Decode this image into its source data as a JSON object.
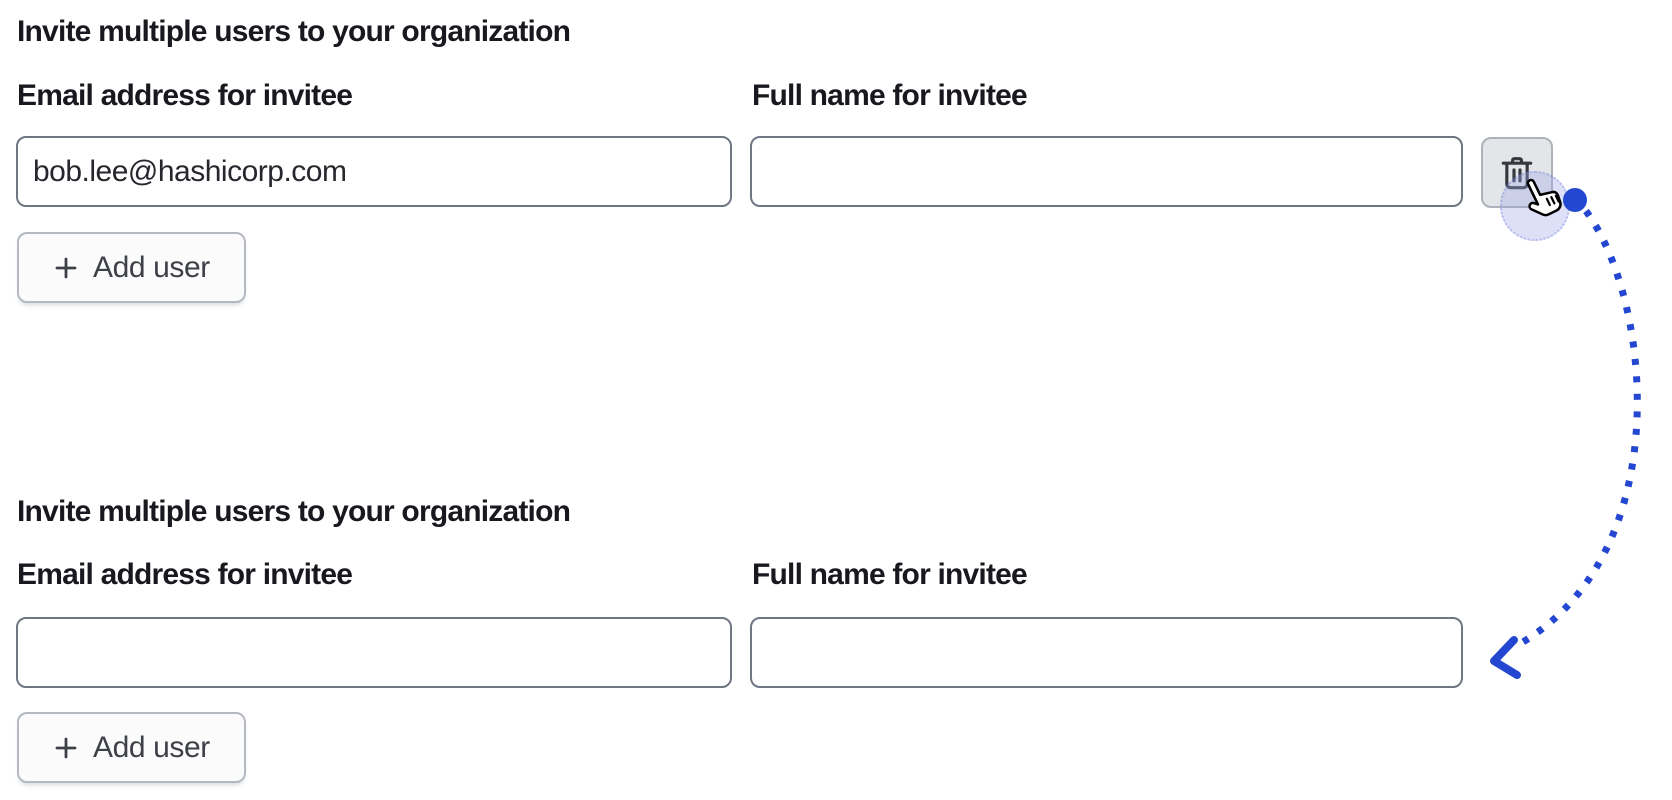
{
  "sections": [
    {
      "heading": "Invite multiple users to your organization",
      "email_field": {
        "label": "Email address for invitee",
        "value": "bob.lee@hashicorp.com"
      },
      "name_field": {
        "label": "Full name for invitee",
        "value": ""
      },
      "add_user_label": "Add user"
    },
    {
      "heading": "Invite multiple users to your organization",
      "email_field": {
        "label": "Email address for invitee",
        "value": ""
      },
      "name_field": {
        "label": "Full name for invitee",
        "value": ""
      },
      "add_user_label": "Add user"
    }
  ],
  "icons": {
    "add": "plus-icon",
    "delete": "trash-icon",
    "pointer": "hand-pointer-cursor"
  },
  "colors": {
    "annotation_blue": "#2347d1",
    "text_dark": "#17191e",
    "input_border": "#6f7684",
    "button_border": "#b4b8c0",
    "delete_button_bg": "#e4e5e9"
  }
}
